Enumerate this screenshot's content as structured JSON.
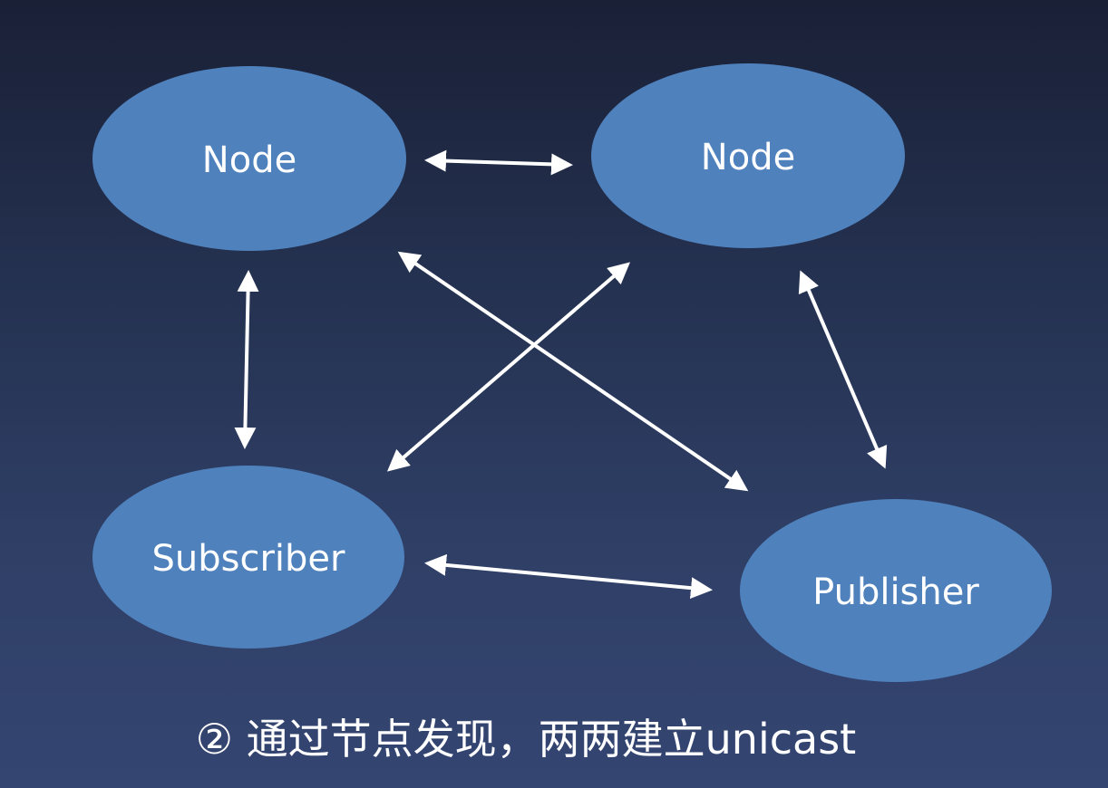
{
  "diagram": {
    "nodes": {
      "node_top_left": "Node",
      "node_top_right": "Node",
      "subscriber": "Subscriber",
      "publisher": "Publisher"
    },
    "node_fill_color": "#4f81bd",
    "arrow_color": "#ffffff",
    "caption": "② 通过节点发现，两两建立unicast"
  }
}
